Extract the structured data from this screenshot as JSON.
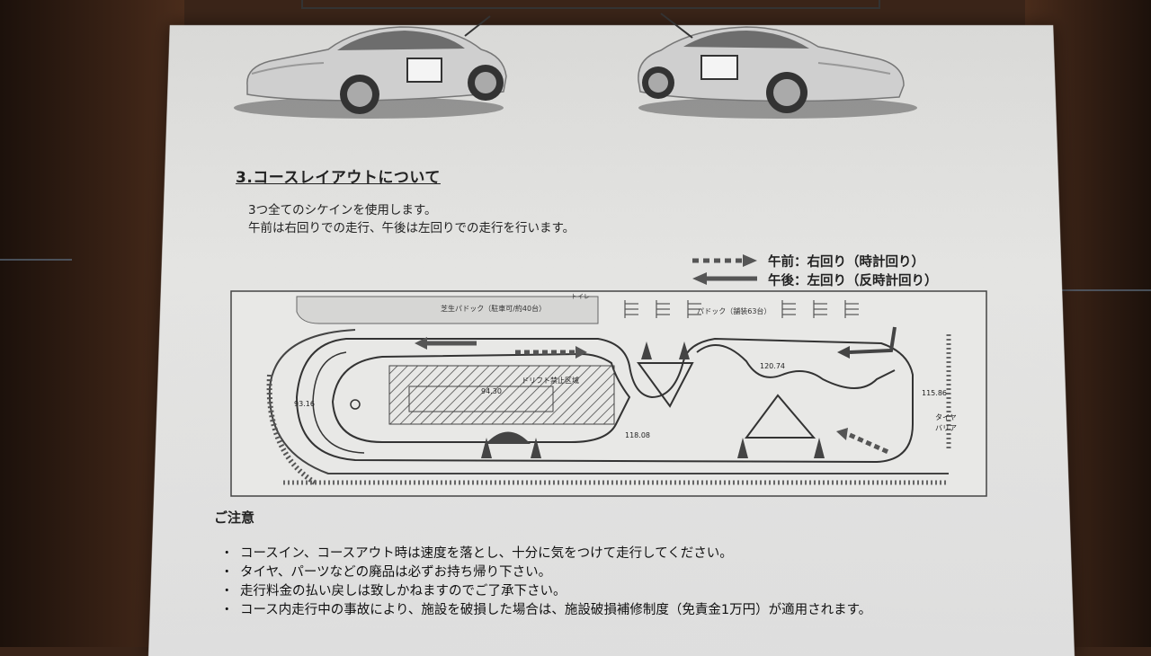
{
  "section": {
    "title": "3.コースレイアウトについて",
    "intro_lines": [
      "3つ全てのシケインを使用します。",
      "午前は右回りでの走行、午後は左回りでの走行を行います。"
    ]
  },
  "legend": {
    "morning": "午前：右回り（時計回り）",
    "afternoon": "午後：左回り（反時計回り）"
  },
  "course_map": {
    "toilet_label": "トイレ",
    "lawn_paddock_label": "芝生パドック（駐車可/約40台）",
    "paddock_label": "パドック（舗装63台）",
    "no_drift_label": "ドリフト禁止区域",
    "tire_barrier_label_1": "タイヤ",
    "tire_barrier_label_2": "バリア",
    "dim_left": "93.16",
    "dim_top": "120.74",
    "dim_center": "94.30",
    "dim_bottom": "118.08",
    "dim_right": "115.86"
  },
  "notes": {
    "title": "ご注意",
    "bullet": "・",
    "items": [
      "コースイン、コースアウト時は速度を落とし、十分に気をつけて走行してください。",
      "タイヤ、パーツなどの廃品は必ずお持ち帰り下さい。",
      "走行料金の払い戻しは致しかねますのでご了承下さい。",
      "コース内走行中の事故により、施設を破損した場合は、施設破損補修制度（免責金1万円）が適用されます。"
    ]
  },
  "colors": {
    "paper": "#e2e2e0",
    "ink": "#222222",
    "table": "#3a2418"
  }
}
